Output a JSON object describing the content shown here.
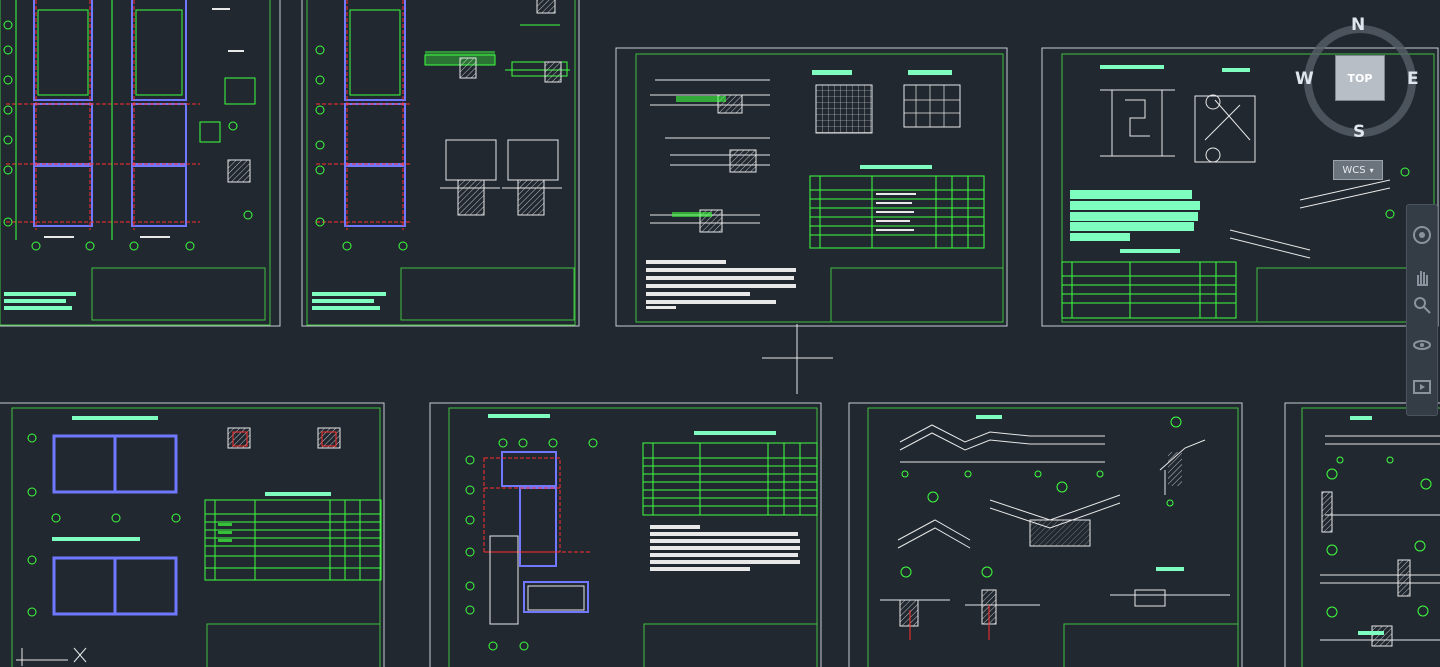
{
  "viewcube": {
    "north": "N",
    "south": "S",
    "east": "E",
    "west": "W",
    "face": "TOP"
  },
  "wcs": {
    "label": "WCS",
    "arrow": "▾"
  },
  "navbar": {
    "icons": [
      "steering-wheel-icon",
      "pan-icon",
      "zoom-icon",
      "orbit-icon",
      "showmotion-icon"
    ]
  },
  "colors": {
    "background": "#212830",
    "frame_outer": "#c8cdd2",
    "frame_inner": "#3fbf3f",
    "drawing_line": "#e8e8e8",
    "text_hatch": "#7fffbf",
    "rebar_blue": "#6f78ff",
    "rebar_red": "#ff3030",
    "rebar_green": "#3fff3f"
  }
}
